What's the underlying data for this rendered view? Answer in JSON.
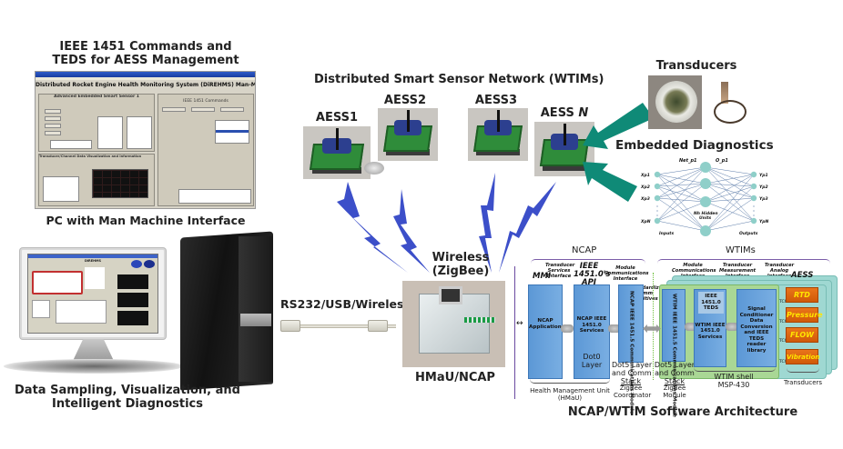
{
  "captions": {
    "mmi_heading_line1": "IEEE 1451 Commands and",
    "mmi_heading_line2": "TEDS for AESS Management",
    "pc_mmi": "PC with Man Machine Interface",
    "data_sampling_line1": "Data Sampling, Visualization, and",
    "data_sampling_line2": "Intelligent Diagnostics",
    "sensor_network": "Distributed Smart Sensor Network (WTIMs)",
    "wireless_line1": "Wireless",
    "wireless_line2": "(ZigBee)",
    "link": "RS232/USB/Wireless",
    "hmau": "HMaU/NCAP",
    "transducers": "Transducers",
    "embedded_diagnostics": "Embedded Diagnostics",
    "architecture_title": "NCAP/WTIM Software Architecture"
  },
  "sensors": [
    {
      "label": "AESS1"
    },
    {
      "label": "AESS2"
    },
    {
      "label": "AESS3"
    },
    {
      "label_prefix": "AESS ",
      "label_italic": "N"
    }
  ],
  "mmi_screen": {
    "window_title": "Distributed Rocket Engine Health Monitoring System (DiREHMS) Man-Machine Interface",
    "left_panel_title": "Advanced Embedded Smart Sensor 1",
    "right_panel_title": "IEEE 1451 Commands",
    "bottom_panel_title": "Transducer/Channel Data Visualization and Information"
  },
  "neural_net": {
    "inputs": [
      "Xp1",
      "Xp2",
      "Xp3",
      "XpN"
    ],
    "outputs": [
      "Yp1",
      "Yp2",
      "Yp3",
      "YpN"
    ],
    "net_label": "Net_p1",
    "o_label": "O_p1",
    "hidden_label_line1": "Nh Hidden",
    "hidden_label_line2": "Units",
    "inputs_label": "Inputs",
    "outputs_label": "Outputs"
  },
  "architecture": {
    "ncap_label": "NCAP",
    "wtims_label": "WTIMs",
    "aess_label": "AESS",
    "mmi_label": "MMI",
    "api_label_line1": "IEEE",
    "api_label_line2": "1451.0's",
    "api_label_line3": "API",
    "notes": {
      "transducer_services": "Transducer Services Interface",
      "module_comm_ncap": "Module Communications Interface",
      "standardized_comm": "Standardized Comm Primitives",
      "module_comm_wtim": "Module Communications Interface",
      "transducer_measurement": "Transducer Measurement Interface",
      "transducer_analog": "Transducer Analog Interface"
    },
    "blocks": {
      "ncap_applications": "NCAP Applications",
      "ncap_services": "NCAP IEEE 1451.0 Services",
      "ncap_comm_module": "NCAP IEEE 1451.5 Communications Module",
      "wtim_comm_module": "WTIM IEEE 1451.5 Communications Module",
      "teds": "IEEE 1451.0 TEDS",
      "wtim_services": "WTIM IEEE 1451.0 Services",
      "signal_conditioner": "Signal Conditioner Data Conversion and IEEE TEDS reader library"
    },
    "layers": {
      "dot0_line1": "Dot0",
      "dot0_line2": "Layer",
      "dot5_line1": "Dot5 Layer",
      "dot5_line2": "and Comm",
      "dot5_line3": "Stack"
    },
    "bottom_labels": {
      "hmau_line1": "Health Management Unit",
      "hmau_line2": "(HMaU)",
      "coordinator_line1": "ZigBee",
      "coordinator_line2": "Coordinator",
      "module_line1": "ZigBee",
      "module_line2": "Module",
      "wtim_shell_line1": "WTIM shell",
      "wtim_shell_line2": "MSP-430",
      "transducers": "Transducers"
    },
    "transducer_blocks": [
      "RTD",
      "Pressure",
      "FLOW",
      "Vibration"
    ],
    "channels": [
      "TCh1",
      "TCh2",
      "TCh3",
      "TCh4"
    ]
  },
  "colors": {
    "arrow_teal": "#0f8a77",
    "bolt_blue": "#3c4fc9",
    "block_blue": "#6aa4dd",
    "transducer_orange": "#e06a12",
    "transducer_text": "#ffe600",
    "wtim_green": "#a9d795",
    "aess_teal": "#9fd8d2"
  }
}
